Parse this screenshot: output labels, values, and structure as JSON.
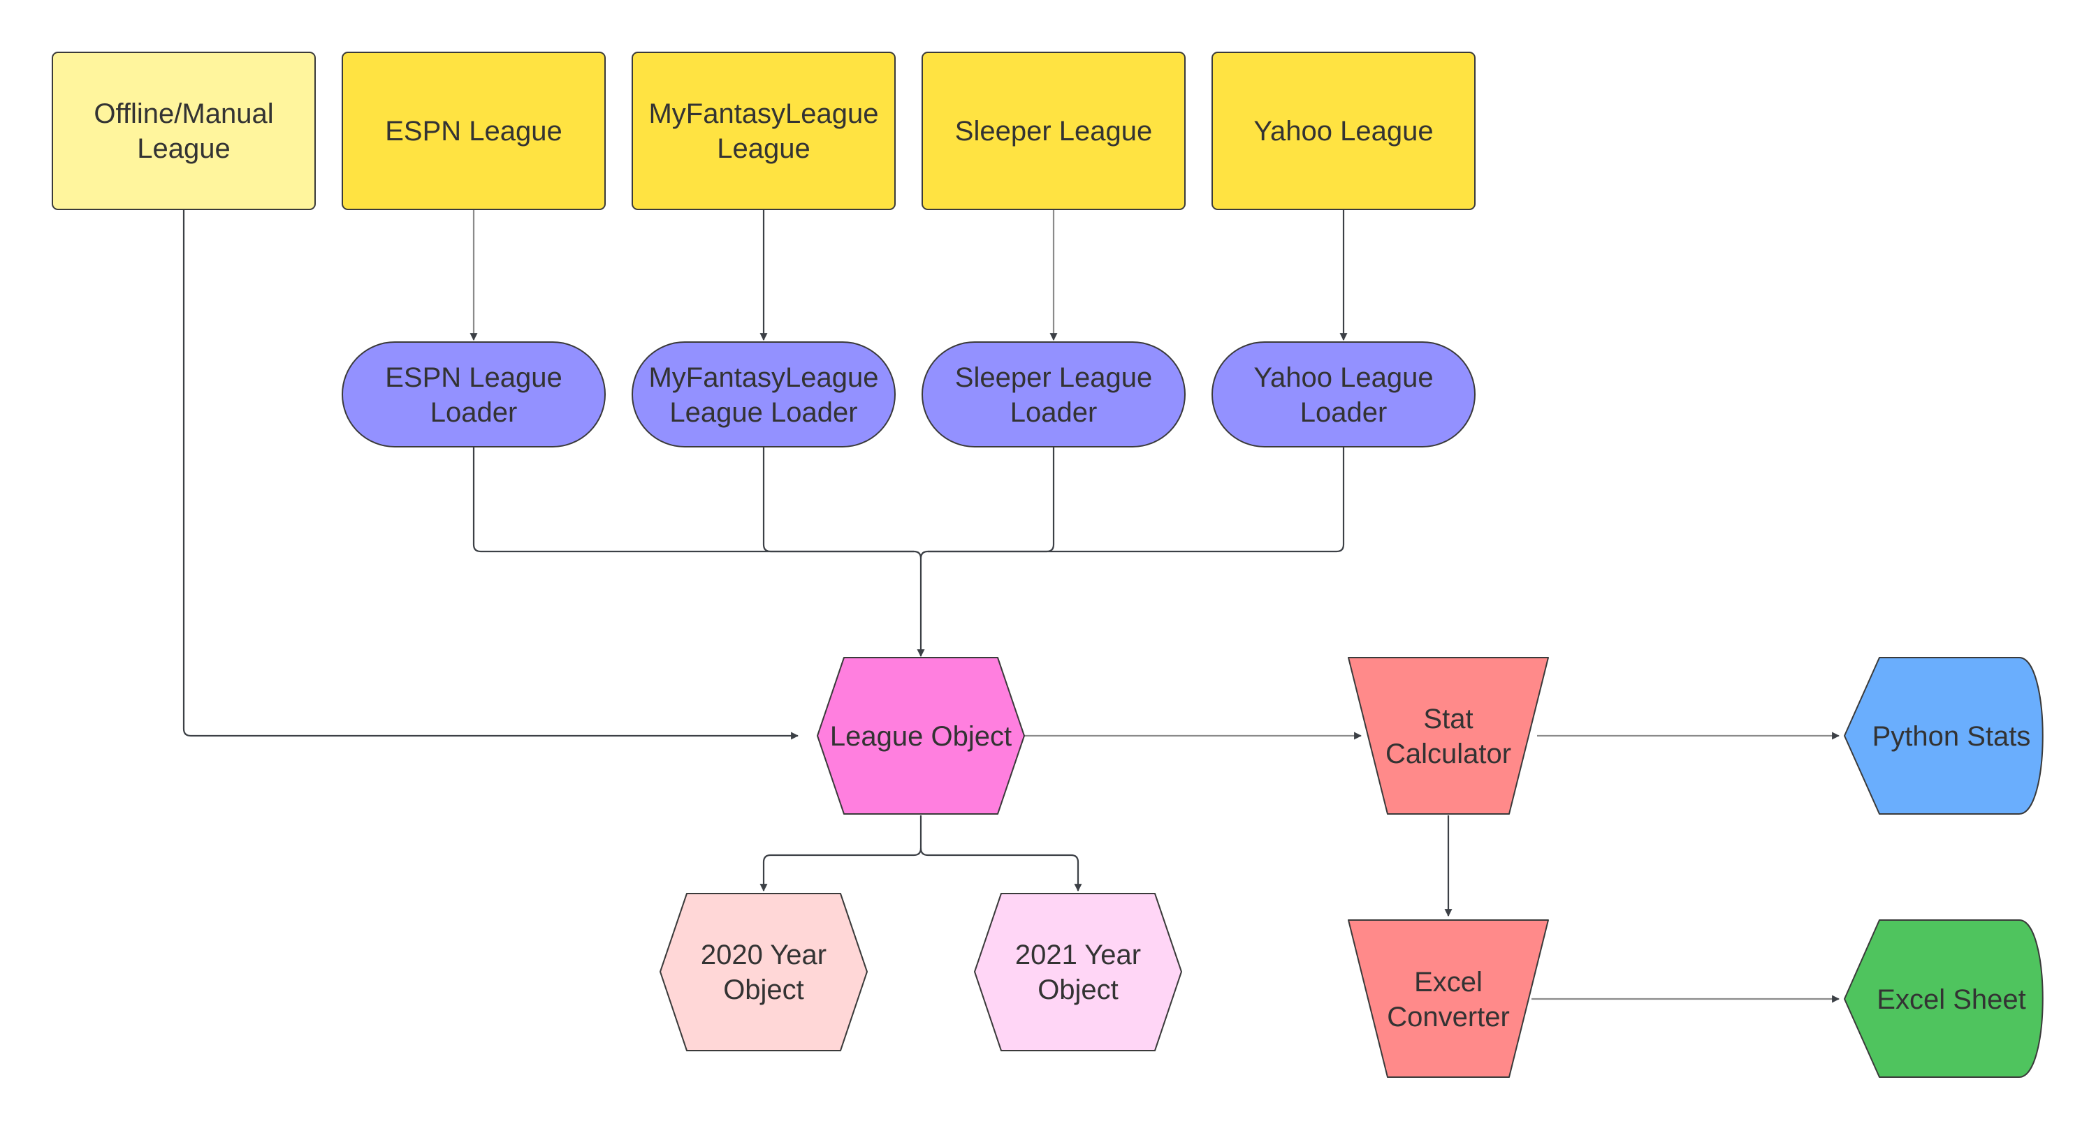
{
  "colors": {
    "offline": "#fff59d",
    "league": "#ffe342",
    "loader": "#9391ff",
    "league_object": "#ff7fdf",
    "year_2020": "#ffd7d7",
    "year_2021": "#ffd6f6",
    "calculator": "#ff8a8a",
    "python_stats": "#6aaefd",
    "excel_sheet": "#4fc45e",
    "stroke": "#3a3a3a",
    "edge_thin": "#8a8a8a",
    "edge_dark": "#3c4046"
  },
  "nodes": {
    "offline_league": {
      "lines": [
        "Offline/Manual",
        "League"
      ]
    },
    "espn_league": {
      "lines": [
        "ESPN League"
      ]
    },
    "mfl_league": {
      "lines": [
        "MyFantasyLeague",
        "League"
      ]
    },
    "sleeper_league": {
      "lines": [
        "Sleeper League"
      ]
    },
    "yahoo_league": {
      "lines": [
        "Yahoo League"
      ]
    },
    "espn_loader": {
      "lines": [
        "ESPN League",
        "Loader"
      ]
    },
    "mfl_loader": {
      "lines": [
        "MyFantasyLeague",
        "League Loader"
      ]
    },
    "sleeper_loader": {
      "lines": [
        "Sleeper League",
        "Loader"
      ]
    },
    "yahoo_loader": {
      "lines": [
        "Yahoo League",
        "Loader"
      ]
    },
    "league_object": {
      "lines": [
        "League Object"
      ]
    },
    "year_2020": {
      "lines": [
        "2020 Year",
        "Object"
      ]
    },
    "year_2021": {
      "lines": [
        "2021 Year",
        "Object"
      ]
    },
    "stat_calculator": {
      "lines": [
        "Stat",
        "Calculator"
      ]
    },
    "excel_converter": {
      "lines": [
        "Excel",
        "Converter"
      ]
    },
    "python_stats": {
      "lines": [
        "Python Stats"
      ]
    },
    "excel_sheet": {
      "lines": [
        "Excel Sheet"
      ]
    }
  },
  "edges": [
    {
      "from": "espn_league",
      "to": "espn_loader"
    },
    {
      "from": "mfl_league",
      "to": "mfl_loader"
    },
    {
      "from": "sleeper_league",
      "to": "sleeper_loader"
    },
    {
      "from": "yahoo_league",
      "to": "yahoo_loader"
    },
    {
      "from": "espn_loader",
      "to": "league_object"
    },
    {
      "from": "mfl_loader",
      "to": "league_object"
    },
    {
      "from": "sleeper_loader",
      "to": "league_object"
    },
    {
      "from": "yahoo_loader",
      "to": "league_object"
    },
    {
      "from": "offline_league",
      "to": "league_object"
    },
    {
      "from": "league_object",
      "to": "year_2020"
    },
    {
      "from": "league_object",
      "to": "year_2021"
    },
    {
      "from": "league_object",
      "to": "stat_calculator"
    },
    {
      "from": "stat_calculator",
      "to": "python_stats"
    },
    {
      "from": "stat_calculator",
      "to": "excel_converter"
    },
    {
      "from": "excel_converter",
      "to": "excel_sheet"
    }
  ]
}
